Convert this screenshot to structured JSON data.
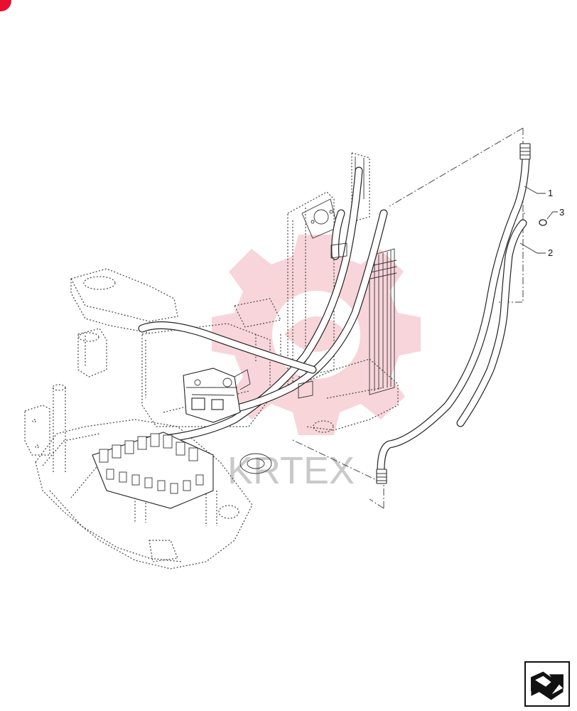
{
  "callouts": [
    {
      "id": "1",
      "label": "1"
    },
    {
      "id": "2",
      "label": "2"
    },
    {
      "id": "3",
      "label": "3"
    }
  ],
  "watermark": {
    "text": "KRTEX",
    "colors": {
      "gear": "#f2b3bb",
      "text": "#c9c9c9"
    }
  },
  "icons": {
    "corner": "corner-badge-icon",
    "nav": "next-page-arrow-icon"
  },
  "colors": {
    "line": "#222222",
    "accent": "#e8102e",
    "background": "#ffffff"
  }
}
